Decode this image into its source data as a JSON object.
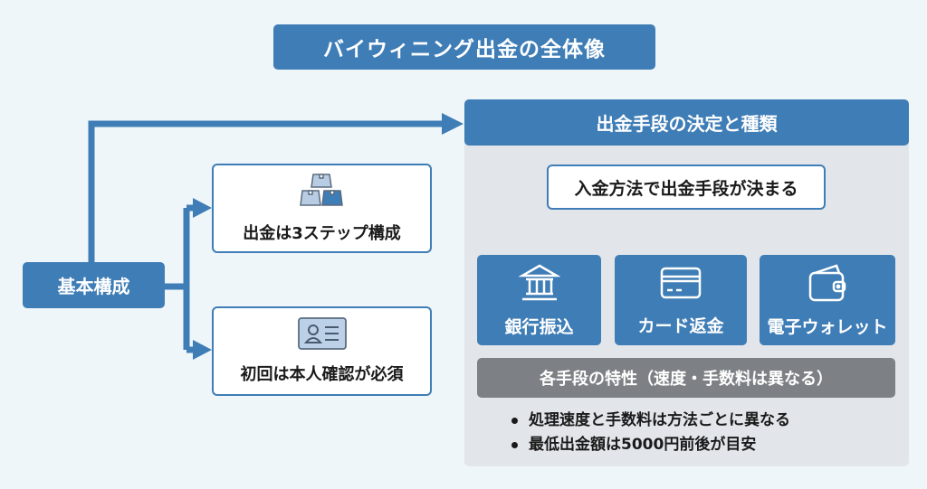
{
  "title": "バイウィニング出金の全体像",
  "colors": {
    "primary": "#3f7db6",
    "panel": "#e2e6ea",
    "traits_bar": "#7d8084",
    "background": "#eff6f9"
  },
  "base": {
    "label": "基本構成"
  },
  "cards": [
    {
      "label": "出金は3ステップ構成",
      "icon": "stacked-boxes-icon"
    },
    {
      "label": "初回は本人確認が必須",
      "icon": "id-card-icon"
    }
  ],
  "panel": {
    "header": "出金手段の決定と種類",
    "decision": "入金方法で出金手段が決まる",
    "methods": [
      {
        "label": "銀行振込",
        "icon": "bank-icon"
      },
      {
        "label": "カード返金",
        "icon": "credit-card-icon"
      },
      {
        "label": "電子ウォレット",
        "icon": "wallet-icon"
      }
    ],
    "traits_title": "各手段の特性（速度・手数料は異なる）",
    "bullets": [
      "処理速度と手数料は方法ごとに異なる",
      "最低出金額は5000円前後が目安"
    ]
  }
}
